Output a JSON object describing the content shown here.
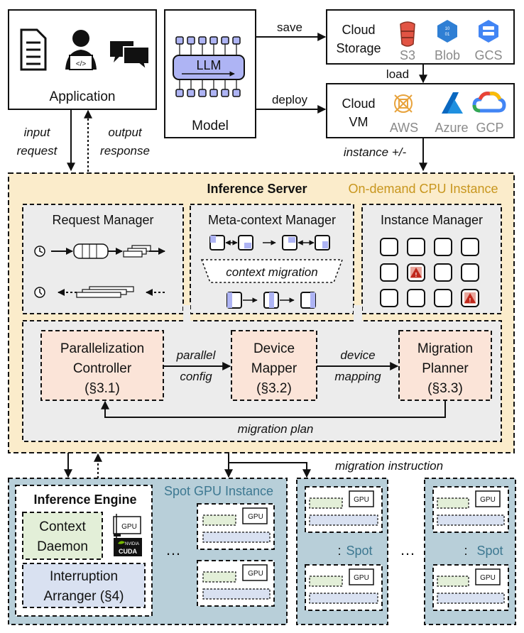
{
  "top": {
    "application": "Application",
    "model": "Model",
    "llm": "LLM",
    "cloud_storage": [
      "Cloud",
      "Storage"
    ],
    "cloud_vm": [
      "Cloud",
      "VM"
    ],
    "storage_providers": [
      "S3",
      "Blob",
      "GCS"
    ],
    "vm_providers": [
      "AWS",
      "Azure",
      "GCP"
    ],
    "arrows": {
      "save": "save",
      "deploy": "deploy",
      "load": "load",
      "input_request": [
        "input",
        "request"
      ],
      "output_response": [
        "output",
        "response"
      ],
      "instance_scale": "instance +/-"
    }
  },
  "server": {
    "title": "Inference Server",
    "instance_label": "On-demand CPU Instance",
    "request_manager": "Request Manager",
    "meta_context_manager": "Meta-context Manager",
    "context_migration": "context migration",
    "instance_manager": "Instance Manager",
    "parallelization_controller": [
      "Parallelization",
      "Controller",
      "(§3.1)"
    ],
    "device_mapper": [
      "Device",
      "Mapper",
      "(§3.2)"
    ],
    "migration_planner": [
      "Migration",
      "Planner",
      "(§3.3)"
    ],
    "parallel_config": [
      "parallel",
      "config"
    ],
    "device_mapping": [
      "device",
      "mapping"
    ],
    "migration_plan": "migration plan"
  },
  "bottom": {
    "migration_instruction": "migration instruction",
    "spot_gpu_instance": "Spot GPU Instance",
    "inference_engine": "Inference Engine",
    "context_daemon": [
      "Context",
      "Daemon"
    ],
    "interruption_arranger": [
      "Interruption",
      "Arranger (§4)"
    ],
    "gpu": "GPU",
    "nvidia": "NVIDIA",
    "cuda": "CUDA",
    "spot": "Spot",
    "ellipsis": "…"
  },
  "colors": {
    "server_bg": "#fbeccb",
    "panel_bg": "#ececec",
    "module_bg": "#fbe4d8",
    "spot_bg": "#b8cfd9",
    "daemon_bg": "#e3efd8",
    "arranger_bg": "#d9e1f1",
    "llm_bg": "#aeb4f4",
    "instance_label": "#c8961e",
    "spot_label": "#3d7891",
    "provider_gray": "#8a8a8a"
  }
}
